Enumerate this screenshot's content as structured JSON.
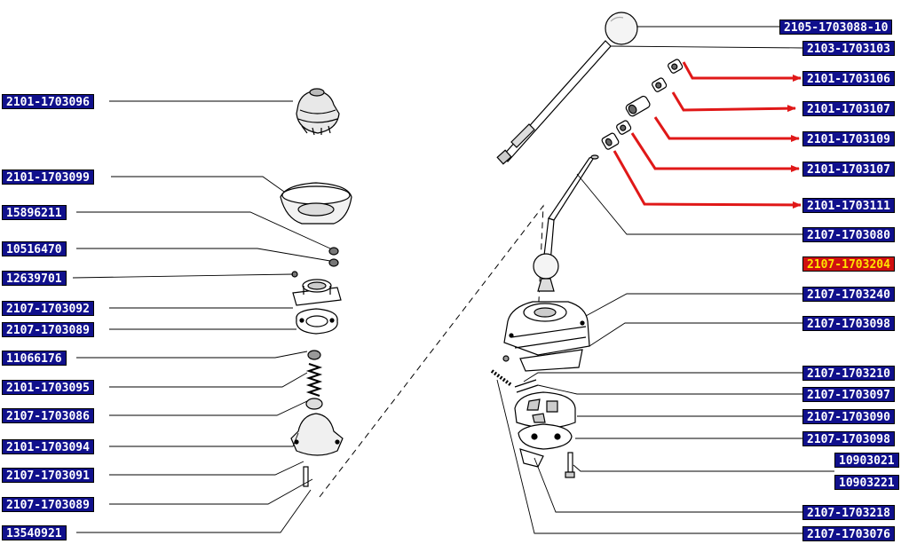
{
  "colors": {
    "label_bg": "#10108c",
    "label_text": "#ffffff",
    "highlight_bg": "#d01010",
    "highlight_text": "#ffe300",
    "arrow": "#e01818"
  },
  "left_labels": [
    "2101-1703096",
    "2101-1703099",
    "15896211",
    "10516470",
    "12639701",
    "2107-1703092",
    "2107-1703089",
    "11066176",
    "2101-1703095",
    "2107-1703086",
    "2101-1703094",
    "2107-1703091",
    "2107-1703089",
    "13540921"
  ],
  "right_labels": [
    "2105-1703088-10",
    "2103-1703103",
    "2101-1703106",
    "2101-1703107",
    "2101-1703109",
    "2101-1703107",
    "2101-1703111",
    "2107-1703080",
    "2107-1703204",
    "2107-1703240",
    "2107-1703098",
    "2107-1703210",
    "2107-1703097",
    "2107-1703090",
    "2107-1703098",
    "10903021",
    "10903221",
    "2107-1703218",
    "2107-1703076"
  ],
  "highlighted_part": "2107-1703204"
}
